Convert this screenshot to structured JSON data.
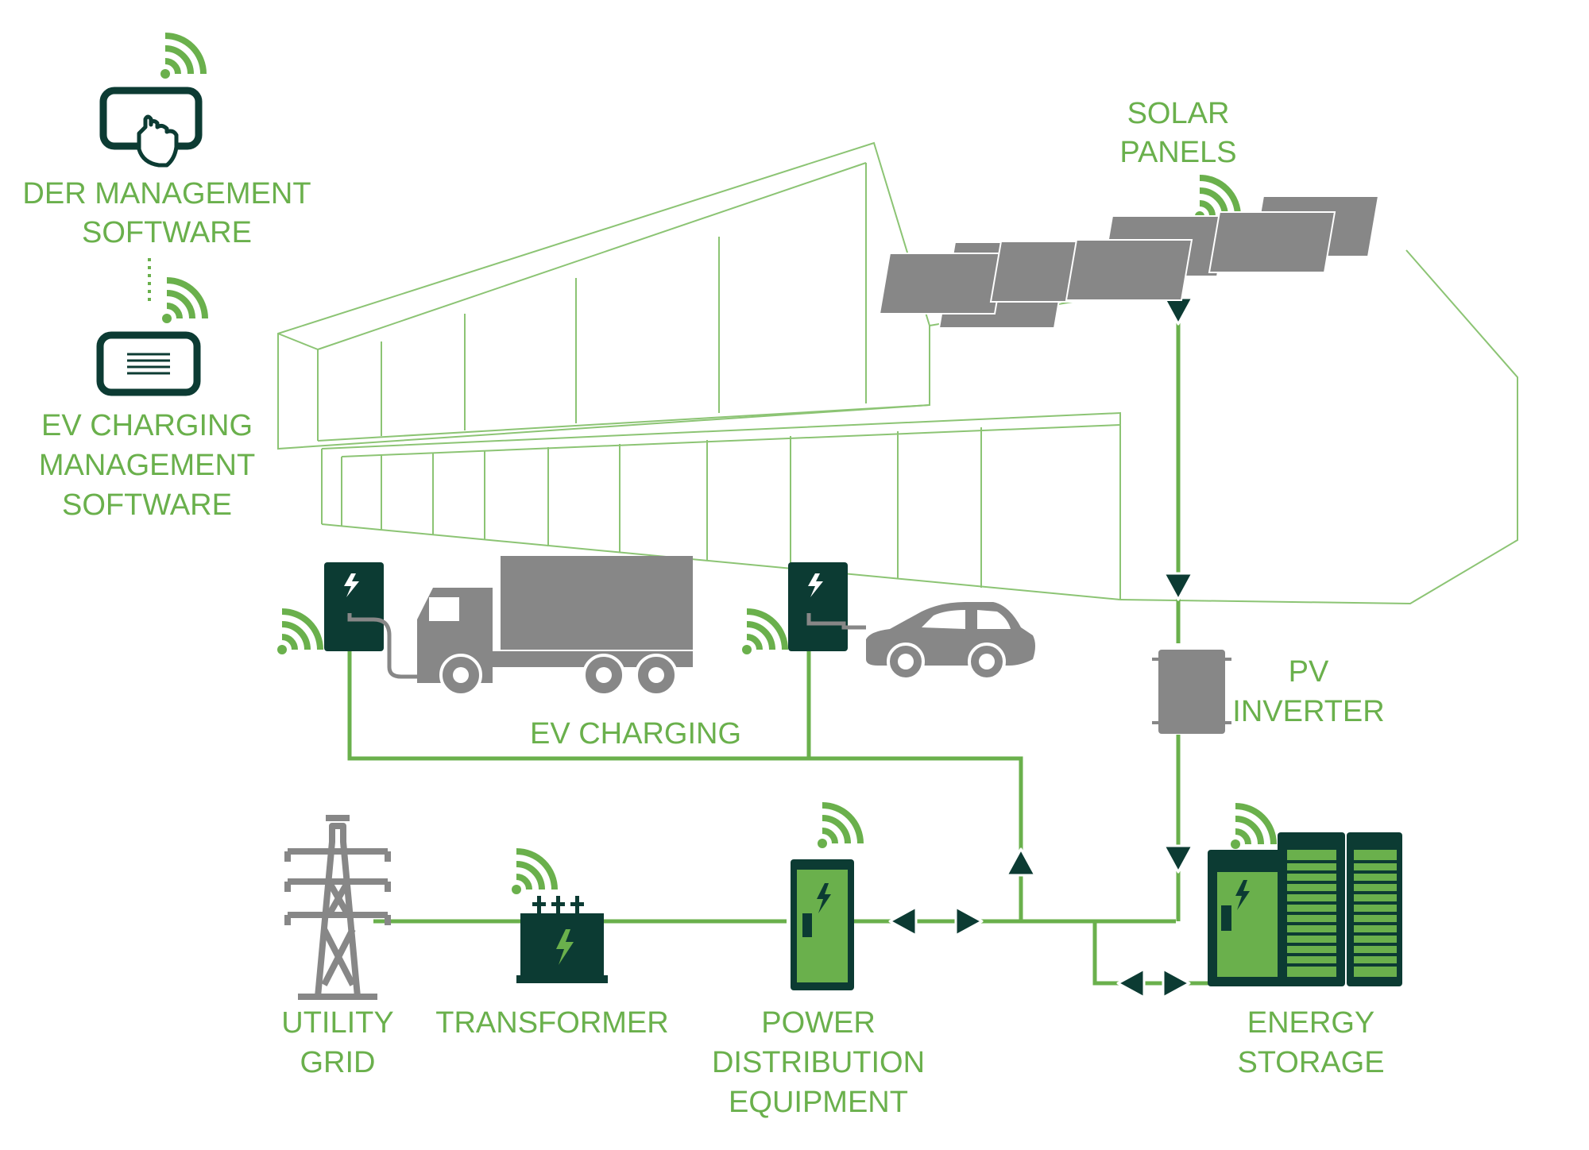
{
  "colors": {
    "green": "#6ab04c",
    "dark_green": "#0c3b33",
    "gray": "#878787",
    "building_line": "#8cc474"
  },
  "icons": [
    "wifi-signal-icon",
    "touchscreen-hand-icon",
    "charging-controller-icon",
    "ev-charger-icon",
    "truck-icon",
    "car-icon",
    "solar-panel-icon",
    "pv-inverter-icon",
    "transmission-tower-icon",
    "transformer-icon",
    "power-distribution-cabinet-icon",
    "battery-storage-icon",
    "arrow-icon"
  ],
  "labels": {
    "der_management_software": [
      "DER MANAGEMENT",
      "SOFTWARE"
    ],
    "ev_charging_management_software": [
      "EV CHARGING",
      "MANAGEMENT",
      "SOFTWARE"
    ],
    "solar_panels": [
      "SOLAR",
      "PANELS"
    ],
    "ev_charging": [
      "EV CHARGING"
    ],
    "pv_inverter": [
      "PV",
      "INVERTER"
    ],
    "utility_grid": [
      "UTILITY",
      "GRID"
    ],
    "transformer": [
      "TRANSFORMER"
    ],
    "power_distribution_equipment": [
      "POWER",
      "DISTRIBUTION",
      "EQUIPMENT"
    ],
    "energy_storage": [
      "ENERGY",
      "STORAGE"
    ]
  }
}
